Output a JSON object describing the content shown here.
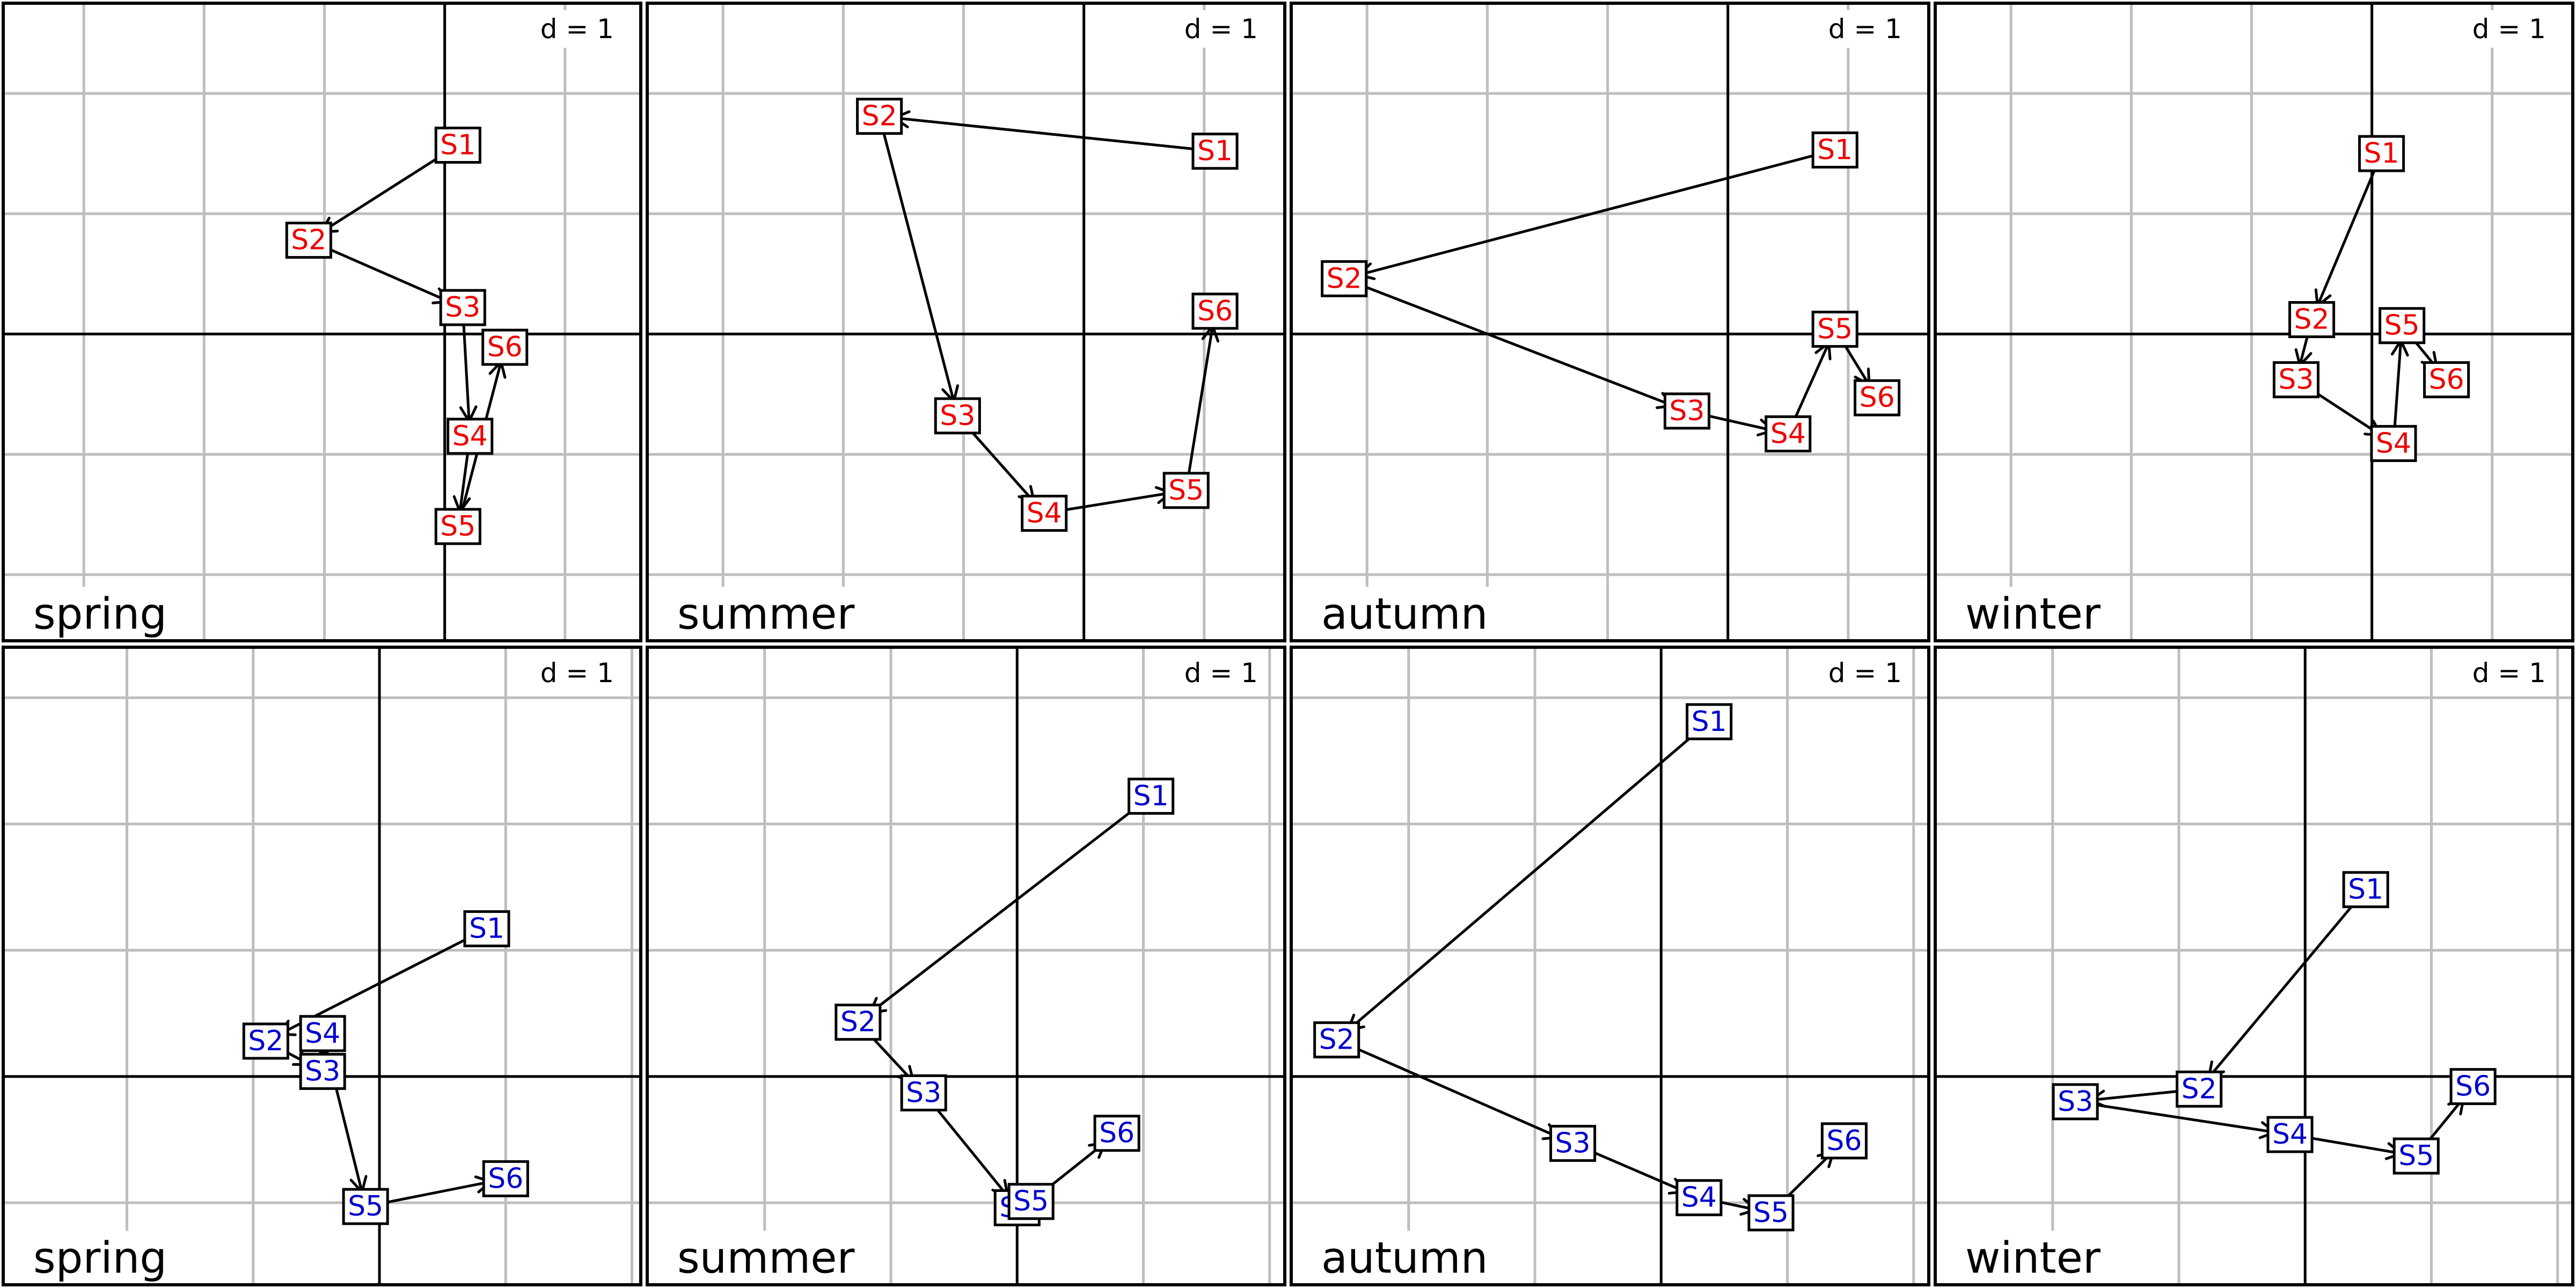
{
  "figure": {
    "rows": 2,
    "cols": 4
  },
  "chart_data": [
    {
      "type": "scatter",
      "panel": "spring",
      "label_color": "#ee0000",
      "title": "spring",
      "scale_label": "d = 1",
      "xlim": [
        -3.67,
        1.63
      ],
      "ylim": [
        -2.55,
        2.75
      ],
      "x_grid": [
        -3,
        -2,
        -1,
        0,
        1
      ],
      "y_grid": [
        -2,
        -1,
        0,
        1,
        2
      ],
      "points": [
        {
          "label": "S1",
          "x": 0.11,
          "y": 1.57
        },
        {
          "label": "S2",
          "x": -1.13,
          "y": 0.78
        },
        {
          "label": "S3",
          "x": 0.15,
          "y": 0.22
        },
        {
          "label": "S4",
          "x": 0.21,
          "y": -0.85
        },
        {
          "label": "S5",
          "x": 0.11,
          "y": -1.6
        },
        {
          "label": "S6",
          "x": 0.5,
          "y": -0.11
        }
      ]
    },
    {
      "type": "scatter",
      "panel": "summer",
      "label_color": "#ee0000",
      "title": "summer",
      "scale_label": "d = 1",
      "xlim": [
        -3.63,
        1.67
      ],
      "ylim": [
        -2.55,
        2.75
      ],
      "x_grid": [
        -3,
        -2,
        -1,
        0,
        1
      ],
      "y_grid": [
        -2,
        -1,
        0,
        1,
        2
      ],
      "points": [
        {
          "label": "S1",
          "x": 1.09,
          "y": 1.52
        },
        {
          "label": "S2",
          "x": -1.7,
          "y": 1.81
        },
        {
          "label": "S3",
          "x": -1.05,
          "y": -0.68
        },
        {
          "label": "S4",
          "x": -0.33,
          "y": -1.49
        },
        {
          "label": "S5",
          "x": 0.85,
          "y": -1.3
        },
        {
          "label": "S6",
          "x": 1.09,
          "y": 0.19
        }
      ]
    },
    {
      "type": "scatter",
      "panel": "autumn",
      "label_color": "#ee0000",
      "title": "autumn",
      "scale_label": "d = 1",
      "xlim": [
        -3.63,
        1.67
      ],
      "ylim": [
        -2.55,
        2.75
      ],
      "x_grid": [
        -3,
        -2,
        -1,
        0,
        1
      ],
      "y_grid": [
        -2,
        -1,
        0,
        1,
        2
      ],
      "points": [
        {
          "label": "S1",
          "x": 0.89,
          "y": 1.53
        },
        {
          "label": "S2",
          "x": -3.19,
          "y": 0.46
        },
        {
          "label": "S3",
          "x": -0.34,
          "y": -0.64
        },
        {
          "label": "S4",
          "x": 0.5,
          "y": -0.83
        },
        {
          "label": "S5",
          "x": 0.89,
          "y": 0.04
        },
        {
          "label": "S6",
          "x": 1.24,
          "y": -0.53
        }
      ]
    },
    {
      "type": "scatter",
      "panel": "winter",
      "label_color": "#ee0000",
      "title": "winter",
      "scale_label": "d = 1",
      "xlim": [
        -3.63,
        1.67
      ],
      "ylim": [
        -2.55,
        2.75
      ],
      "x_grid": [
        -3,
        -2,
        -1,
        0,
        1
      ],
      "y_grid": [
        -2,
        -1,
        0,
        1,
        2
      ],
      "points": [
        {
          "label": "S1",
          "x": 0.08,
          "y": 1.5
        },
        {
          "label": "S2",
          "x": -0.5,
          "y": 0.12
        },
        {
          "label": "S3",
          "x": -0.63,
          "y": -0.38
        },
        {
          "label": "S4",
          "x": 0.18,
          "y": -0.91
        },
        {
          "label": "S5",
          "x": 0.25,
          "y": 0.07
        },
        {
          "label": "S6",
          "x": 0.62,
          "y": -0.38
        }
      ]
    },
    {
      "type": "scatter",
      "panel": "spring",
      "label_color": "#0000cd",
      "title": "spring",
      "scale_label": "d = 1",
      "xlim": [
        -2.98,
        2.07
      ],
      "ylim": [
        -1.65,
        3.4
      ],
      "x_grid": [
        -2,
        -1,
        0,
        1,
        2
      ],
      "y_grid": [
        -1,
        0,
        1,
        2,
        3
      ],
      "points": [
        {
          "label": "S1",
          "x": 0.85,
          "y": 1.17
        },
        {
          "label": "S2",
          "x": -0.9,
          "y": 0.28
        },
        {
          "label": "S3",
          "x": -0.45,
          "y": 0.04
        },
        {
          "label": "S4",
          "x": -0.45,
          "y": 0.34
        },
        {
          "label": "S5",
          "x": -0.11,
          "y": -1.03
        },
        {
          "label": "S6",
          "x": 1.0,
          "y": -0.81
        }
      ]
    },
    {
      "type": "scatter",
      "panel": "summer",
      "label_color": "#0000cd",
      "title": "summer",
      "scale_label": "d = 1",
      "xlim": [
        -2.93,
        2.12
      ],
      "ylim": [
        -1.65,
        3.4
      ],
      "x_grid": [
        -2,
        -1,
        0,
        1,
        2
      ],
      "y_grid": [
        -1,
        0,
        1,
        2,
        3
      ],
      "points": [
        {
          "label": "S1",
          "x": 1.06,
          "y": 2.22
        },
        {
          "label": "S2",
          "x": -1.26,
          "y": 0.43
        },
        {
          "label": "S3",
          "x": -0.74,
          "y": -0.13
        },
        {
          "label": "S4",
          "x": 0.0,
          "y": -1.04
        },
        {
          "label": "S5",
          "x": 0.11,
          "y": -0.99
        },
        {
          "label": "S6",
          "x": 0.79,
          "y": -0.45
        }
      ]
    },
    {
      "type": "scatter",
      "panel": "autumn",
      "label_color": "#0000cd",
      "title": "autumn",
      "scale_label": "d = 1",
      "xlim": [
        -2.93,
        2.12
      ],
      "ylim": [
        -1.65,
        3.4
      ],
      "x_grid": [
        -2,
        -1,
        0,
        1,
        2
      ],
      "y_grid": [
        -1,
        0,
        1,
        2,
        3
      ],
      "points": [
        {
          "label": "S1",
          "x": 0.38,
          "y": 2.81
        },
        {
          "label": "S2",
          "x": -2.57,
          "y": 0.29
        },
        {
          "label": "S3",
          "x": -0.7,
          "y": -0.53
        },
        {
          "label": "S4",
          "x": 0.3,
          "y": -0.96
        },
        {
          "label": "S5",
          "x": 0.87,
          "y": -1.08
        },
        {
          "label": "S6",
          "x": 1.45,
          "y": -0.51
        }
      ]
    },
    {
      "type": "scatter",
      "panel": "winter",
      "label_color": "#0000cd",
      "title": "winter",
      "scale_label": "d = 1",
      "xlim": [
        -2.93,
        2.12
      ],
      "ylim": [
        -1.65,
        3.4
      ],
      "x_grid": [
        -2,
        -1,
        0,
        1,
        2
      ],
      "y_grid": [
        -1,
        0,
        1,
        2,
        3
      ],
      "points": [
        {
          "label": "S1",
          "x": 0.48,
          "y": 1.48
        },
        {
          "label": "S2",
          "x": -0.84,
          "y": -0.1
        },
        {
          "label": "S3",
          "x": -1.82,
          "y": -0.2
        },
        {
          "label": "S4",
          "x": -0.12,
          "y": -0.46
        },
        {
          "label": "S5",
          "x": 0.88,
          "y": -0.63
        },
        {
          "label": "S6",
          "x": 1.33,
          "y": -0.08
        }
      ]
    }
  ]
}
